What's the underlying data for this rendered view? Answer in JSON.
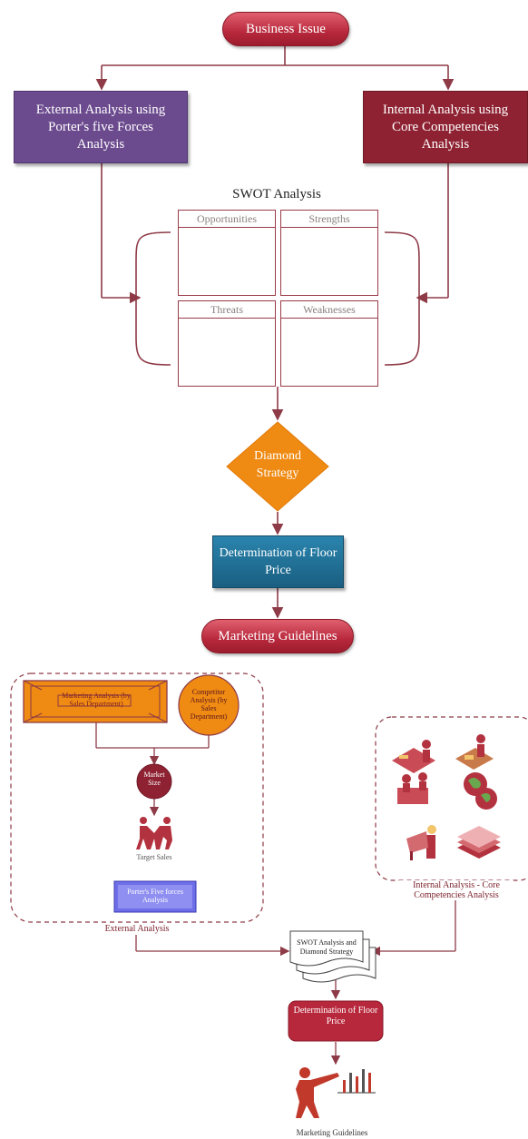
{
  "top": {
    "business_issue": "Business Issue",
    "external_analysis": "External Analysis using Porter's five Forces Analysis",
    "internal_analysis": "Internal Analysis using Core Competencies Analysis",
    "swot_title": "SWOT Analysis",
    "swot_cells": [
      "Opportunities",
      "Strengths",
      "Threats",
      "Weaknesses"
    ],
    "diamond": "Diamond Strategy",
    "floor_price": "Determination of Floor Price",
    "marketing_guidelines": "Marketing Guidelines"
  },
  "bottom": {
    "marketing_analysis": "Marketing Analysis (by Sales Department)",
    "competitor_analysis": "Competitor Analysis (by Sales Department)",
    "market_size": "Market Size",
    "target_sales": "Target Sales",
    "porters": "Porter's Five forces Analysis",
    "external_label": "External Analysis",
    "internal_label": "Internal Analysis - Core Competencies Analysis",
    "swot_diamond": "SWOT Analysis and Diamond Strategy",
    "floor_price": "Determination of Floor Price",
    "marketing_guidelines": "Marketing Guidelines"
  },
  "colors": {
    "accent_red": "#b8283c",
    "purple": "#6b4a8e",
    "dark_red": "#8e2232",
    "orange": "#ef8a12",
    "blue": "#1f6f97",
    "line": "#8e3a47"
  },
  "icons": [
    "people-working-icon",
    "meeting-icon",
    "workers-icon",
    "globe-icon",
    "designer-icon",
    "documents-icon",
    "person-pointing-chart-icon",
    "handshake-icon"
  ]
}
